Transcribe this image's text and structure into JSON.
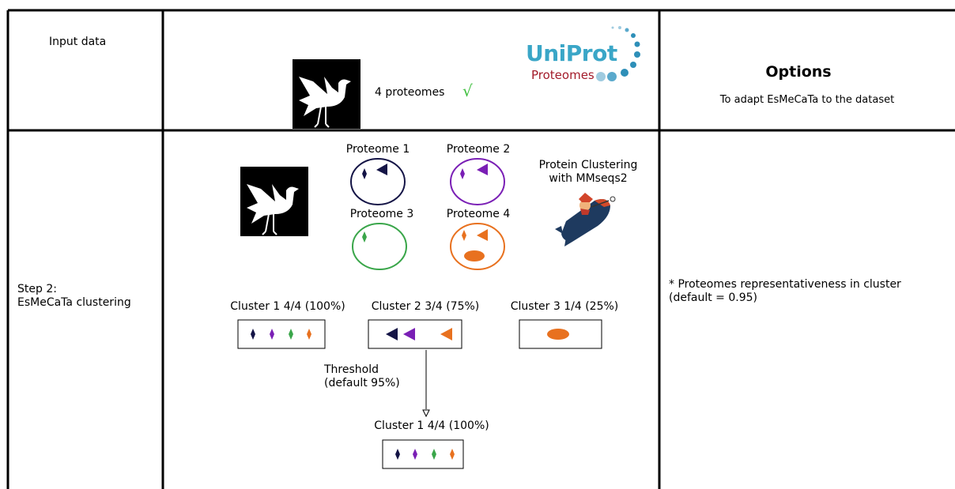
{
  "header": {
    "input_label": "Input data",
    "proteomes_count": "4 proteomes",
    "check_mark": "√",
    "uniprot_logo_text": "UniProt",
    "uniprot_logo_subtext": "Proteomes",
    "options_title": "Options",
    "options_subtitle": "To adapt EsMeCaTa to the dataset"
  },
  "step": {
    "label_line1": "Step 2:",
    "label_line2": "EsMeCaTa clustering"
  },
  "proteomes": [
    {
      "label": "Proteome 1",
      "color": "#141446"
    },
    {
      "label": "Proteome 2",
      "color": "#7a1fb5"
    },
    {
      "label": "Proteome 3",
      "color": "#3aa64a"
    },
    {
      "label": "Proteome 4",
      "color": "#e8711f"
    }
  ],
  "clustering_tool": {
    "line1": "Protein Clustering",
    "line2": "with MMseqs2"
  },
  "clusters": [
    {
      "label": "Cluster 1 4/4 (100%)"
    },
    {
      "label": "Cluster 2 3/4 (75%)"
    },
    {
      "label": "Cluster 3 1/4 (25%)"
    }
  ],
  "threshold": {
    "line1": "Threshold",
    "line2": "(default 95%)"
  },
  "result_cluster": {
    "label": "Cluster 1 4/4 (100%)"
  },
  "options": {
    "line1": "* Proteomes representativeness in cluster",
    "line2": "(default = 0.95)"
  },
  "icons": [
    "bird-icon",
    "uniprot-logo",
    "mmseqs2-rocket-icon"
  ]
}
